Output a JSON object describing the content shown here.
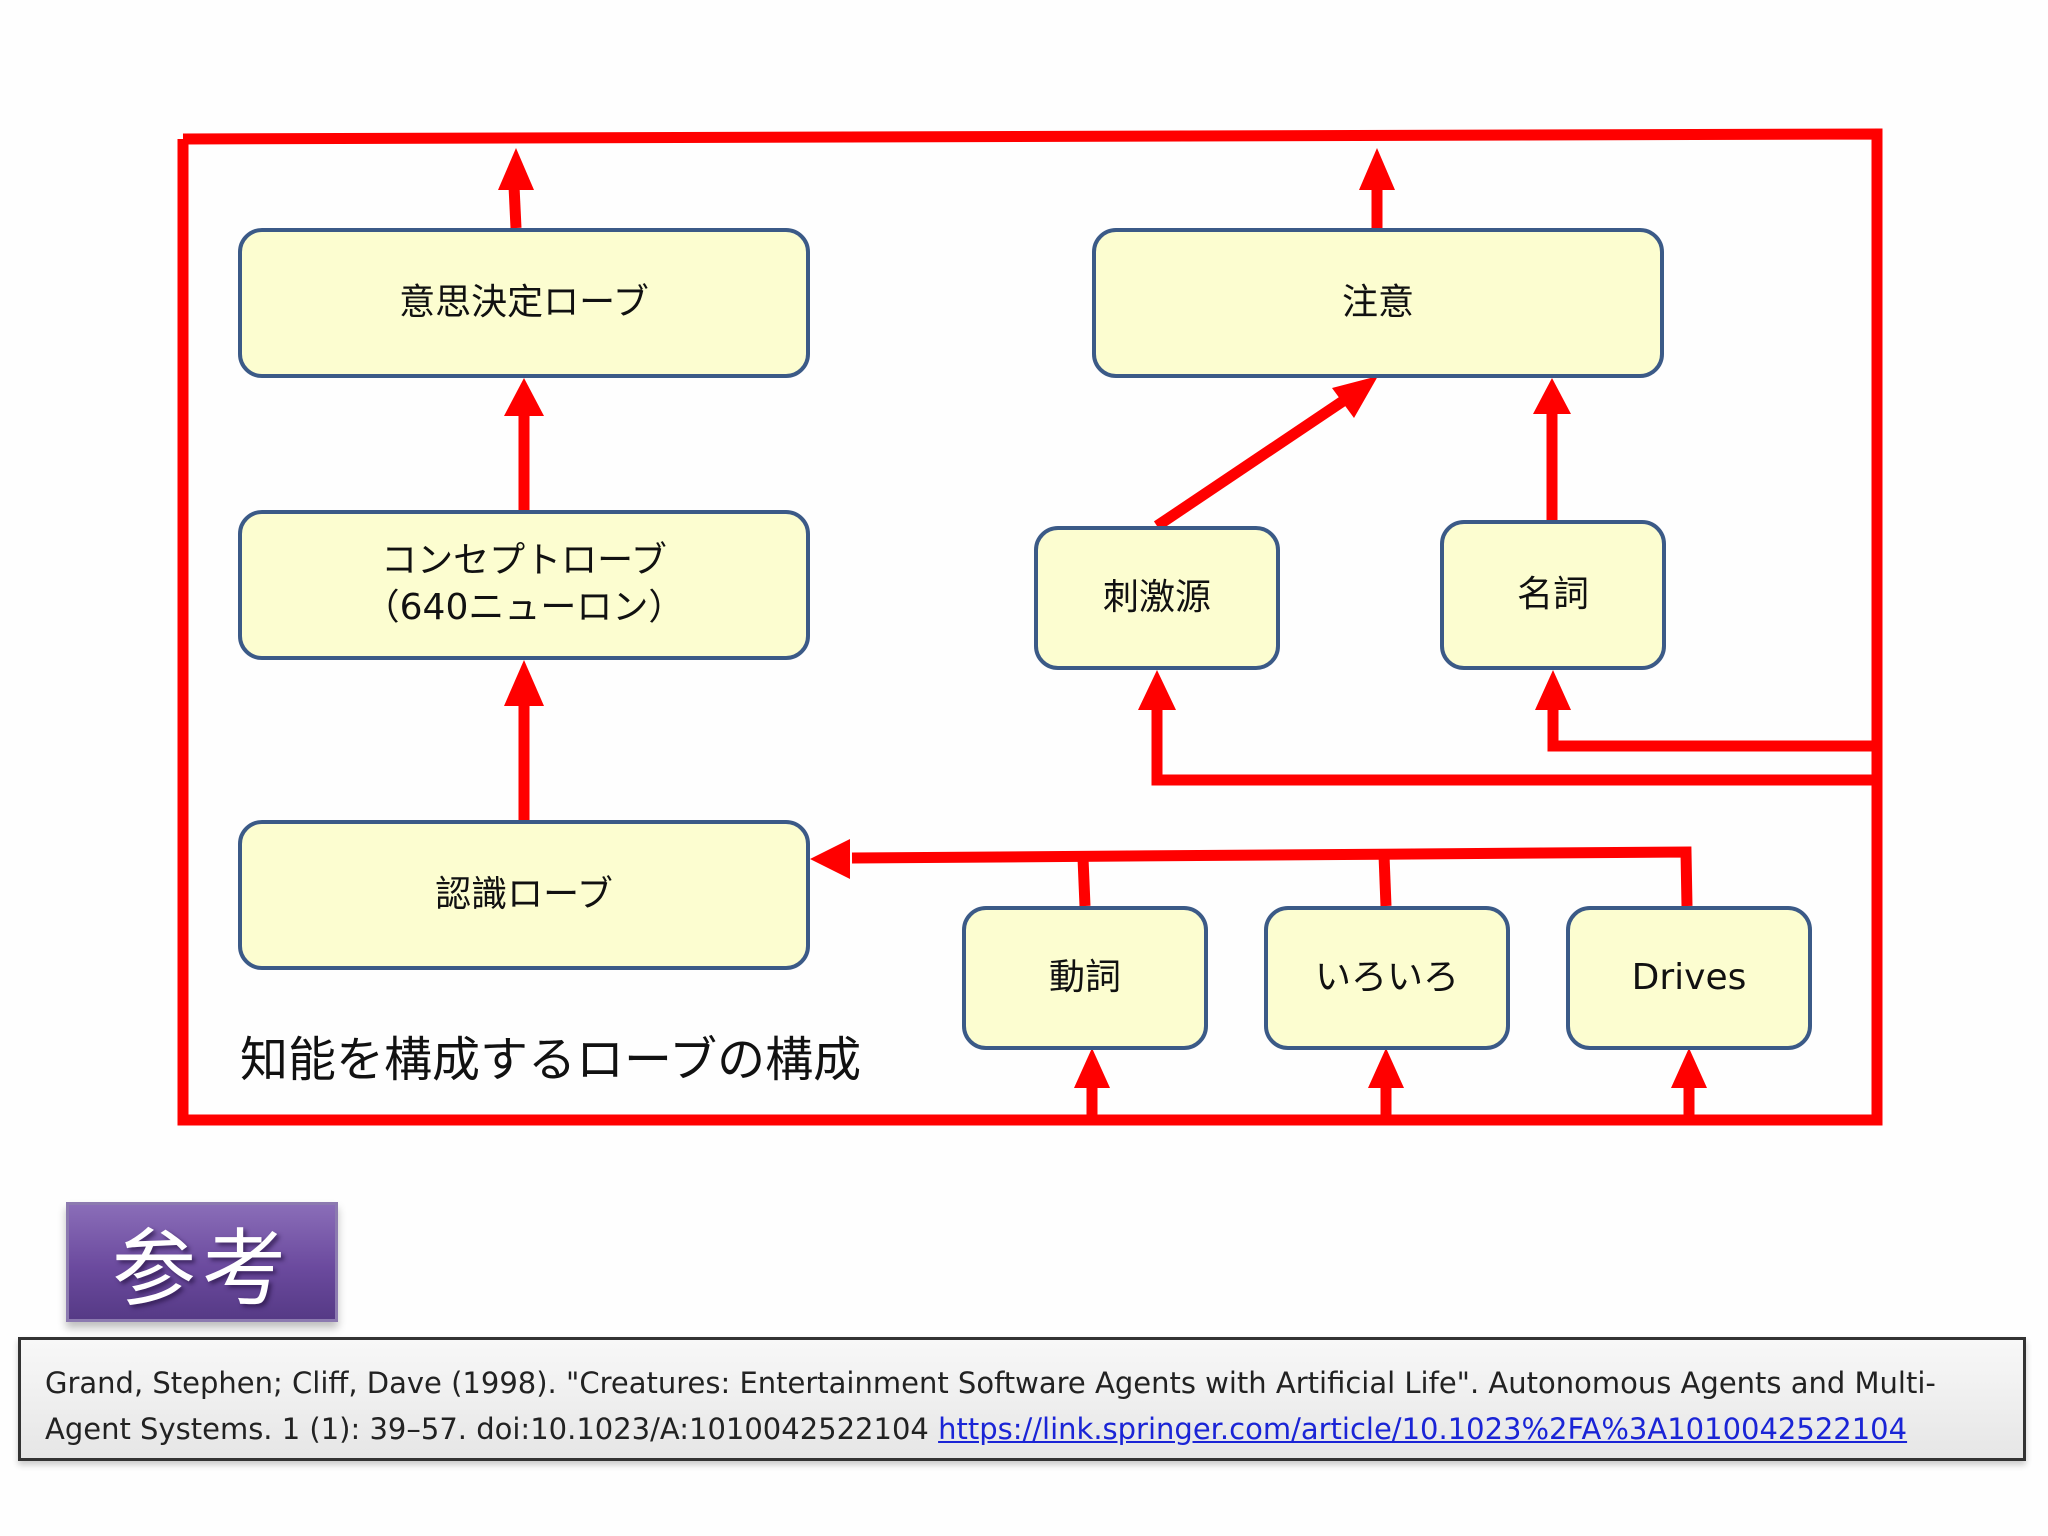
{
  "diagram": {
    "caption": "知能を構成するローブの構成",
    "boxes": {
      "decision_lobe": "意思決定ローブ",
      "concept_lobe_line1": "コンセプトローブ",
      "concept_lobe_line2": "（640ニューロン）",
      "perception_lobe": "認識ローブ",
      "attention": "注意",
      "stimulus_source": "刺激源",
      "noun": "名詞",
      "verb": "動詞",
      "misc": "いろいろ",
      "drives": "Drives"
    },
    "colors": {
      "arrow": "#ff0000",
      "box_fill": "#fcfdd0",
      "box_border": "#3b5a87"
    }
  },
  "reference": {
    "badge": "参考",
    "citation": "Grand, Stephen; Cliff, Dave (1998). \"Creatures: Entertainment Software Agents with Artificial Life\". Autonomous Agents and Multi-Agent Systems. 1 (1): 39–57. doi:10.1023/A:1010042522104 ",
    "link": "https://link.springer.com/article/10.1023%2FA%3A1010042522104"
  }
}
